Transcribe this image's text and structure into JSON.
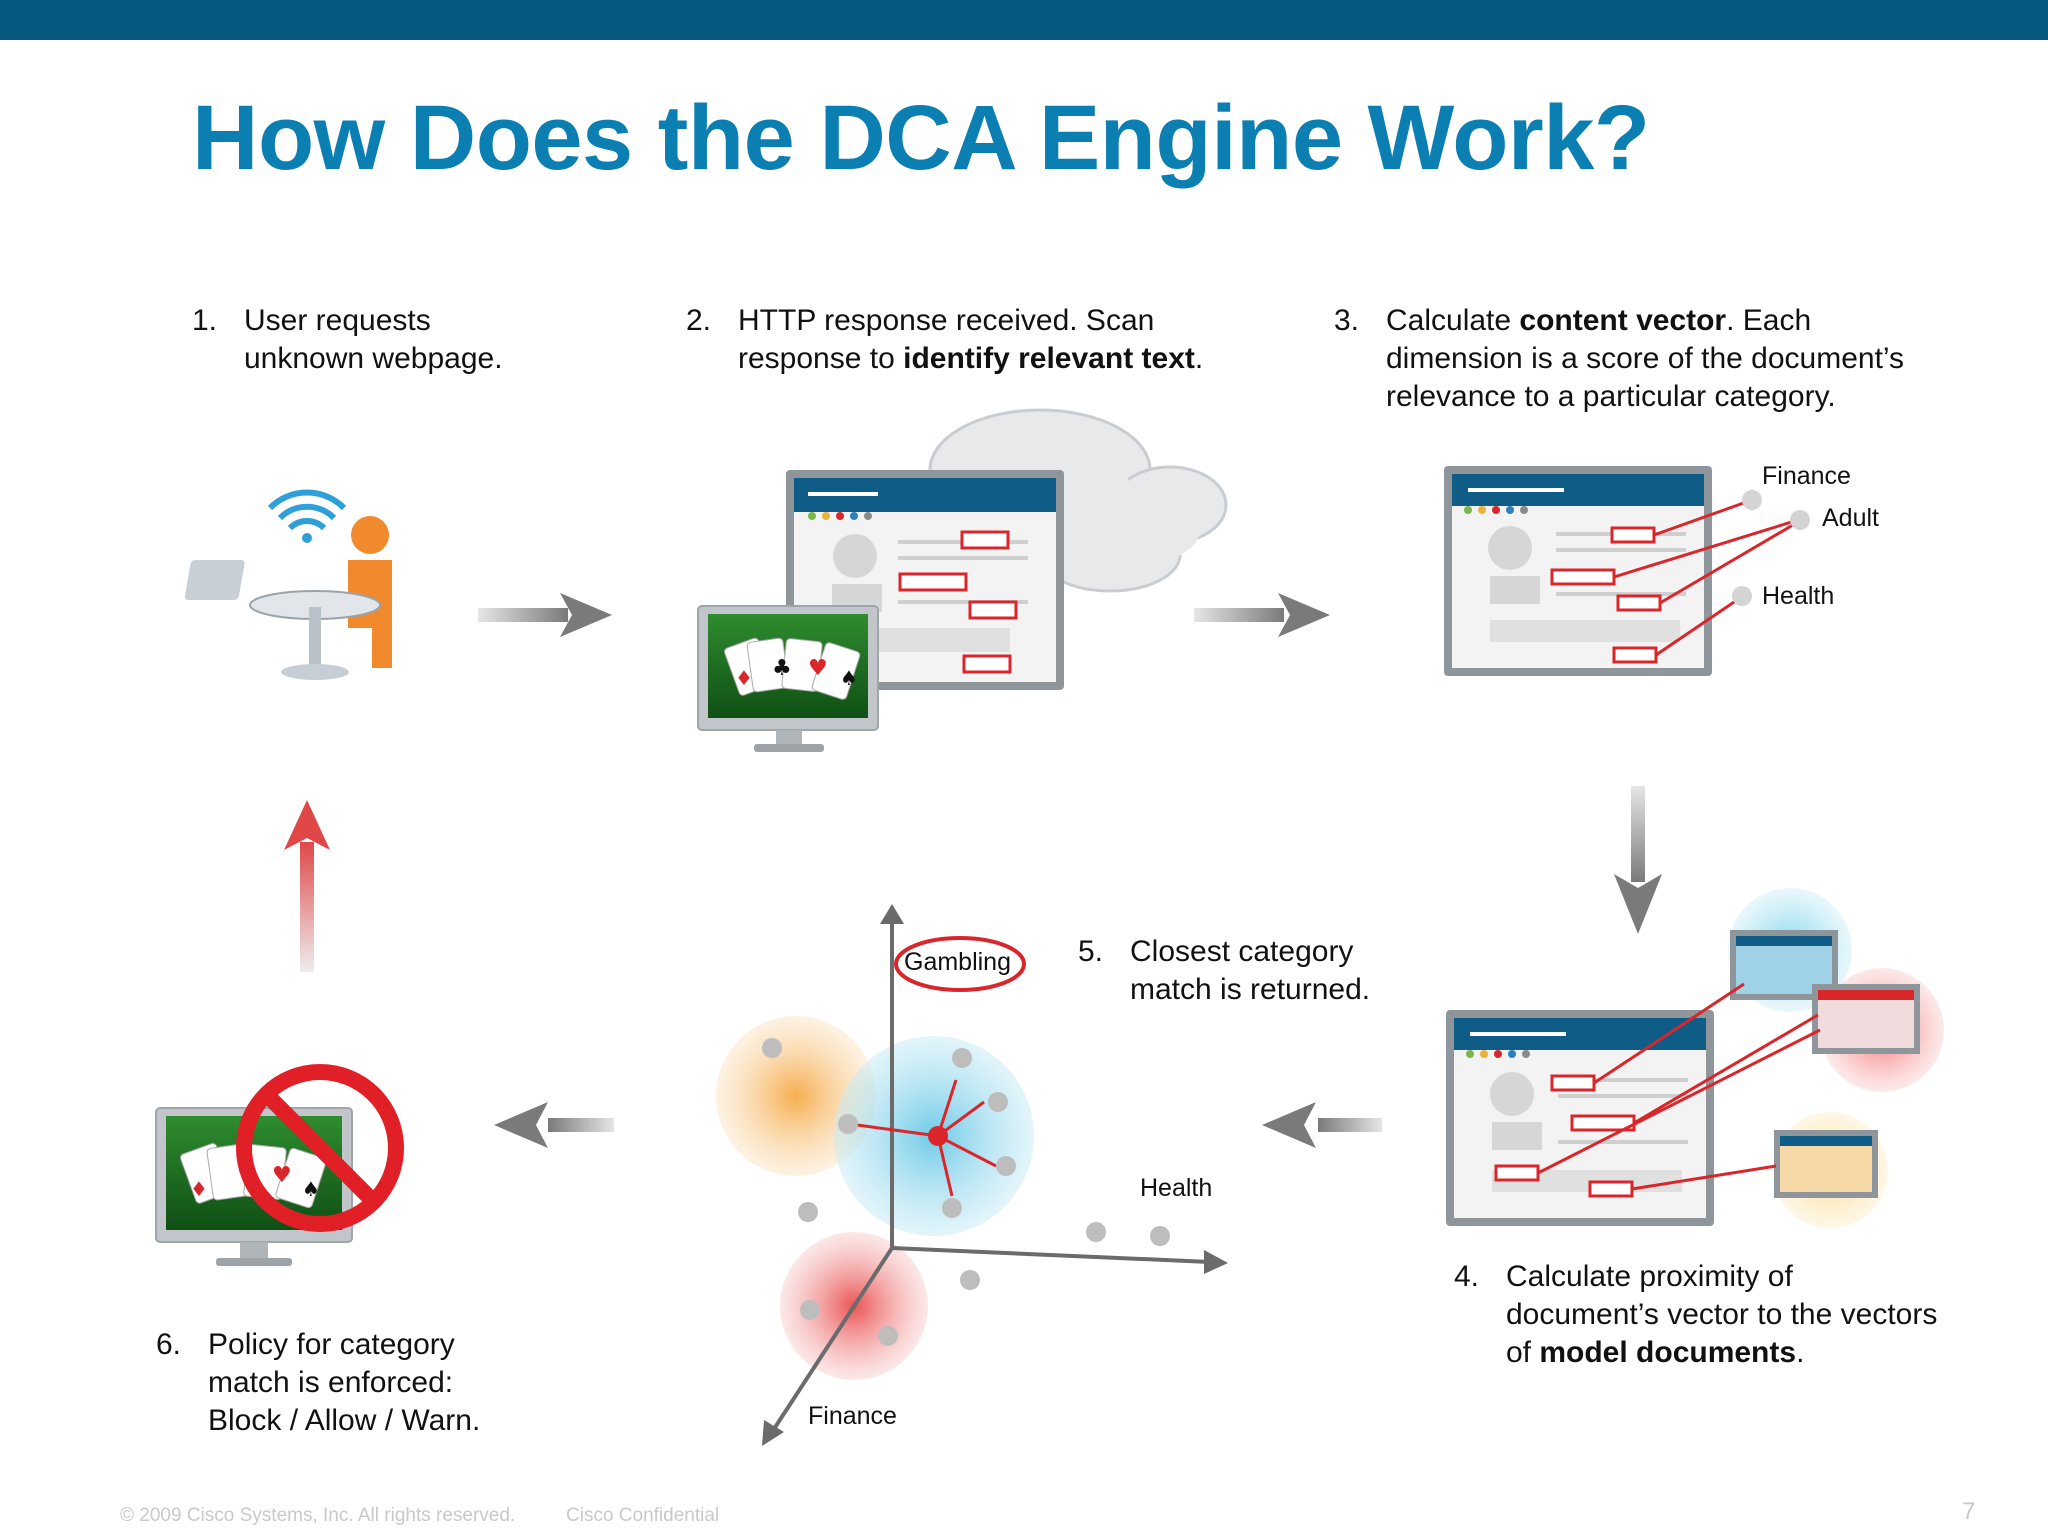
{
  "title": "How Does the DCA Engine Work?",
  "steps": [
    {
      "num": "1.",
      "lines": [
        "User requests",
        "unknown webpage."
      ]
    },
    {
      "num": "2.",
      "line1": "HTTP response received. Scan",
      "line2_pre": "response to ",
      "line2_bold": "identify relevant text",
      "line2_post": "."
    },
    {
      "num": "3.",
      "line1_pre": "Calculate ",
      "line1_bold": "content vector",
      "line1_post": ". Each",
      "line2": "dimension is a score of the document’s",
      "line3": "relevance to a particular category."
    },
    {
      "num": "4.",
      "line1": "Calculate proximity of",
      "line2": "document’s vector to the vectors",
      "line3_pre": "of ",
      "line3_bold": "model documents",
      "line3_post": "."
    },
    {
      "num": "5.",
      "lines": [
        "Closest category",
        "match is returned."
      ]
    },
    {
      "num": "6.",
      "lines": [
        "Policy for category",
        "match is enforced:",
        "Block / Allow / Warn."
      ]
    }
  ],
  "labels": {
    "finance_top": "Finance",
    "adult": "Adult",
    "health_top": "Health",
    "gambling": "Gambling",
    "health_axis": "Health",
    "finance_axis": "Finance"
  },
  "footer": {
    "copyright": "© 2009 Cisco Systems, Inc. All rights reserved.",
    "confidential": "Cisco Confidential",
    "page": "7"
  },
  "colors": {
    "topbar": "#07587f",
    "title": "#0b7fb2",
    "highlight_red": "#d9262b",
    "arrow_gray": "#8a8a8a"
  }
}
